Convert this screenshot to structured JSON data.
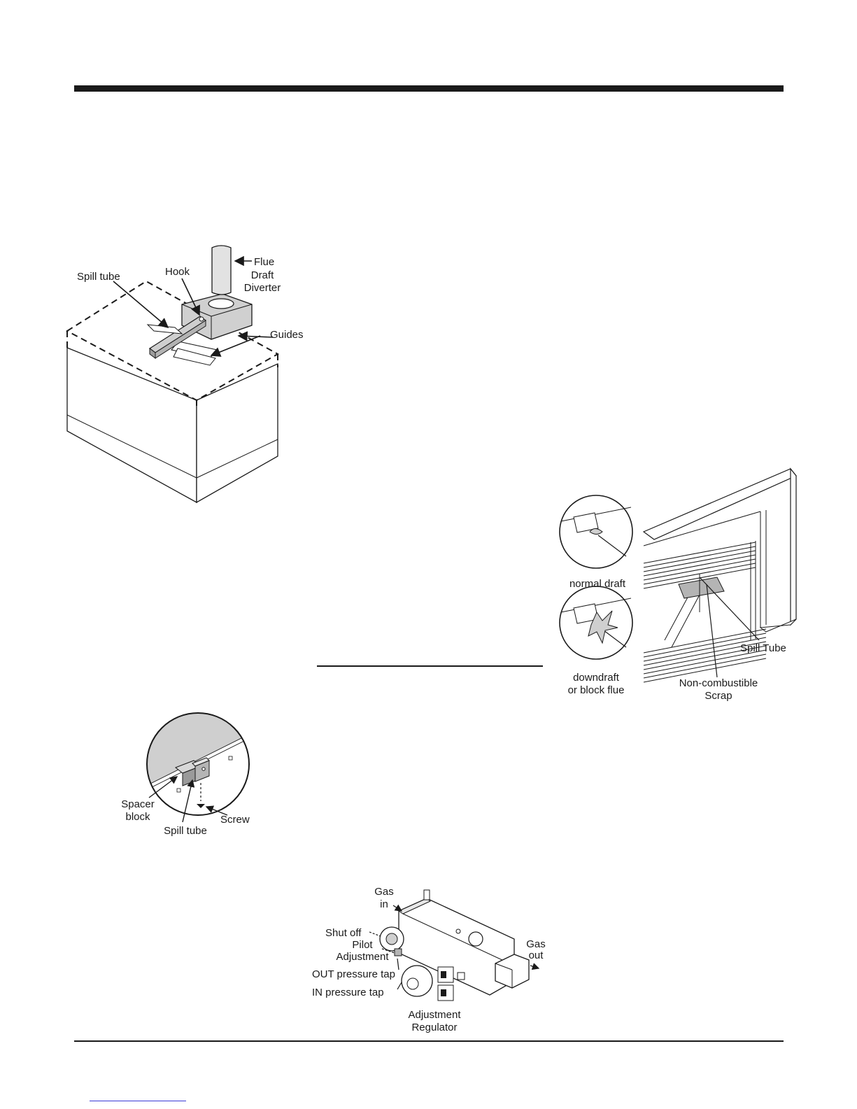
{
  "figure1": {
    "labels": {
      "flue": "Flue",
      "spill_tube": "Spill tube",
      "hook": "Hook",
      "draft_diverter_1": "Draft",
      "draft_diverter_2": "Diverter",
      "guides": "Guides"
    }
  },
  "figure2": {
    "labels": {
      "normal_draft": "normal draft",
      "downdraft_1": "downdraft",
      "downdraft_2": "or block flue",
      "spill_tube": "Spill Tube",
      "scrap_1": "Non-combustible",
      "scrap_2": "Scrap"
    }
  },
  "figure3": {
    "labels": {
      "spacer_1": "Spacer",
      "spacer_2": "block",
      "spill_tube": "Spill tube",
      "screw": "Screw"
    }
  },
  "figure4": {
    "labels": {
      "gas_in_1": "Gas",
      "gas_in_2": "in",
      "shut_off": "Shut off",
      "pilot_1": "Pilot",
      "pilot_2": "Adjustment",
      "out_tap": "OUT pressure tap",
      "in_tap": "IN pressure tap",
      "regulator_1": "Adjustment",
      "regulator_2": "Regulator",
      "gas_out_1": "Gas",
      "gas_out_2": "out"
    }
  }
}
